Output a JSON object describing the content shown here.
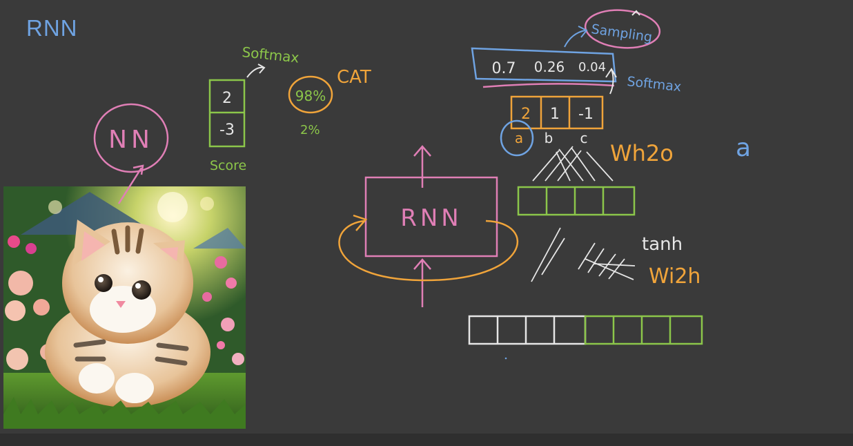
{
  "title": "RNN",
  "colors": {
    "pink": "#e07fb6",
    "green": "#8cc64a",
    "orange": "#f0a43a",
    "blue": "#6fa3e2",
    "white": "#e6e6e6"
  },
  "left": {
    "nn_label": "NN",
    "softmax_label": "Softmax",
    "scores": [
      "2",
      "-3"
    ],
    "score_label": "Score",
    "cat_label": "CAT",
    "prob_cat": "98%",
    "prob_other": "2%"
  },
  "center": {
    "rnn_label": "RNN"
  },
  "right": {
    "probs": [
      "0.7",
      "0.26",
      "0.04"
    ],
    "sampling_label": "Sampling",
    "softmax_label": "Softmax",
    "logits": [
      "2",
      "1",
      "-1"
    ],
    "letters": [
      "a",
      "b",
      "c"
    ],
    "w_h2o_label": "Wh2o",
    "tanh_label": "tanh",
    "w_i2h_label": "Wi2h",
    "sampled_letter": "a"
  },
  "image": {
    "subject": "kitten photo"
  }
}
